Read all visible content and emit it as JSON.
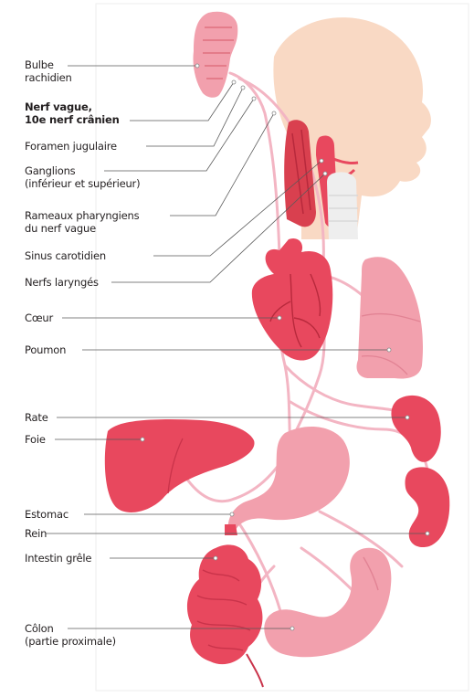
{
  "labels": {
    "bulbe": [
      "Bulbe",
      "rachidien"
    ],
    "nerf_vague": [
      "Nerf vague,",
      "10e nerf crânien"
    ],
    "foramen": [
      "Foramen jugulaire"
    ],
    "ganglions": [
      "Ganglions",
      "(inférieur et supérieur)"
    ],
    "rameaux": [
      "Rameaux pharyngiens",
      "du nerf vague"
    ],
    "sinus": [
      "Sinus carotidien"
    ],
    "nerfs_larynges": [
      "Nerfs laryngés"
    ],
    "coeur": [
      "Cœur"
    ],
    "poumon": [
      "Poumon"
    ],
    "rate": [
      "Rate"
    ],
    "foie": [
      "Foie"
    ],
    "estomac": [
      "Estomac"
    ],
    "rein": [
      "Rein"
    ],
    "intestin": [
      "Intestin grêle"
    ],
    "colon": [
      "Côlon",
      "(partie proximale)"
    ]
  },
  "colors": {
    "skin": "#f9d9c4",
    "organ": "#e8485e",
    "organ_light": "#f2a0ad",
    "organ_dark": "#c9334a",
    "nerve": "#f3b5c3",
    "leader": "#5a5a5a"
  }
}
